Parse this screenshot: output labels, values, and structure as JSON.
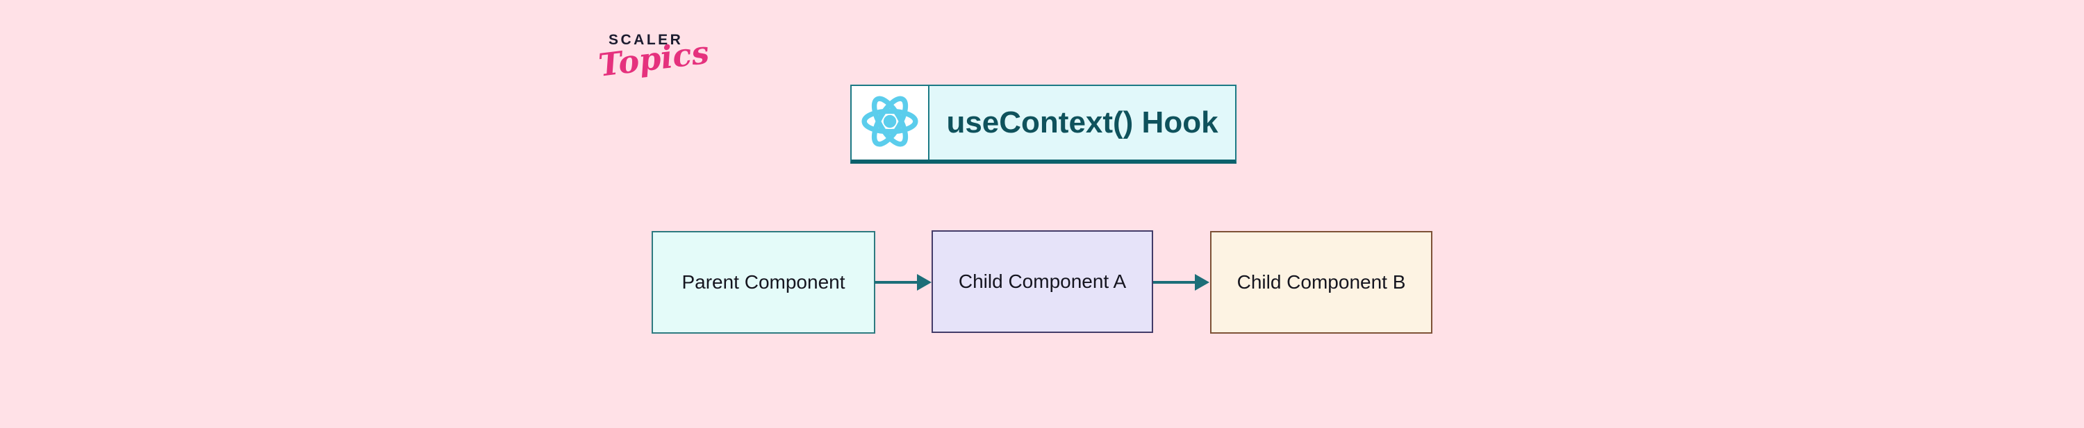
{
  "logo": {
    "brand": "SCALER",
    "wordmark": "Topics"
  },
  "banner": {
    "title": "useContext() Hook",
    "icon": "react-logo-icon"
  },
  "diagram": {
    "nodes": [
      {
        "id": "parent",
        "label": "Parent Component"
      },
      {
        "id": "child-a",
        "label": "Child Component A"
      },
      {
        "id": "child-b",
        "label": "Child Component B"
      }
    ],
    "edges": [
      {
        "from": "Parent Component",
        "to": "Child Component A",
        "type": "arrow-right"
      },
      {
        "from": "Child Component A",
        "to": "Child Component B",
        "type": "arrow-right"
      }
    ]
  },
  "colors": {
    "page_bg": "#ffe1e7",
    "brand_text": "#1b1c2f",
    "wordmark_pink": "#e5317d",
    "banner_bg": "#e1f8fa",
    "banner_icon_bg": "#ffffff",
    "banner_border": "#1b7a85",
    "banner_border_bottom": "#0c616c",
    "banner_text": "#0f525c",
    "react_blue": "#5bcdec",
    "node_parent_bg": "#e4fbf9",
    "node_parent_border": "#2d7a80",
    "node_child_a_bg": "#e6e3f9",
    "node_child_a_border": "#433c69",
    "node_child_b_bg": "#fdf3e3",
    "node_child_b_border": "#7d5136",
    "node_text": "#15151f",
    "arrow_color": "#1c6e78"
  }
}
